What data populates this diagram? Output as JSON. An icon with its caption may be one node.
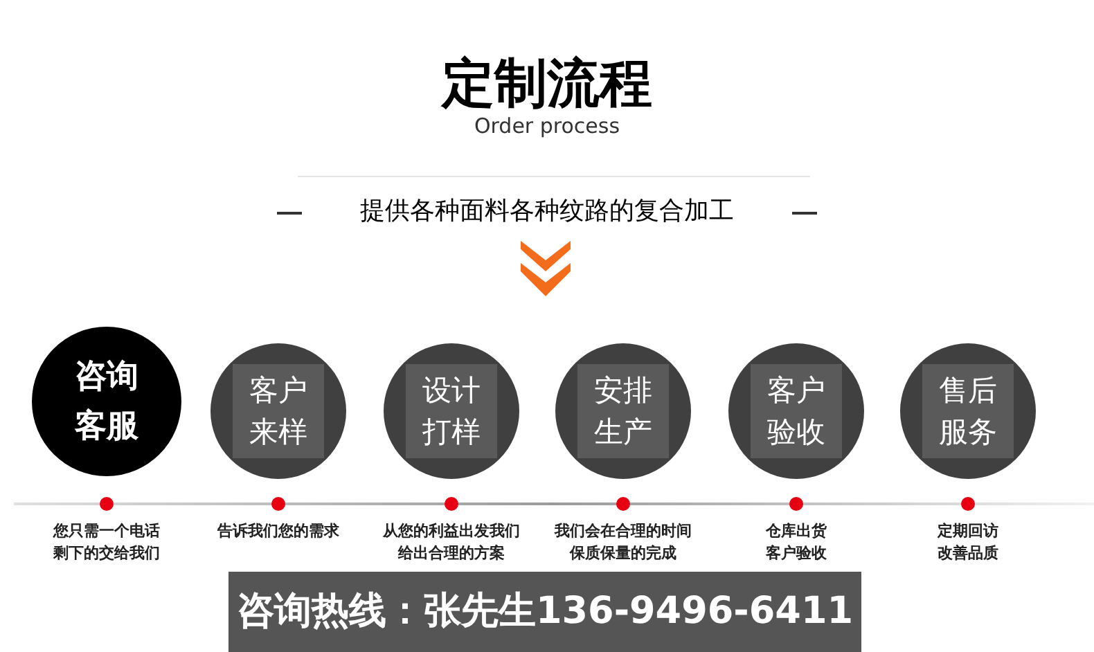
{
  "diagram": {
    "title": "定制流程",
    "nodes": [
      {
        "text": [
          "咨询客服"
        ],
        "beside": [
          "您只需一个电话剩下的交给我们"
        ]
      },
      {
        "text": [
          "客户来样"
        ],
        "beside": [
          "告诉我们您的需求"
        ]
      },
      {
        "text": [
          "设计打样"
        ],
        "beside": [
          "从您的利益出发我们给出合理的方案"
        ]
      },
      {
        "text": [
          "安排生产"
        ],
        "beside": [
          "我们会在合理的时间保质保量的完成"
        ]
      },
      {
        "text": [
          "客户验收"
        ],
        "beside": [
          "仓库出货客户验收"
        ]
      },
      {
        "text": [
          "售后服务"
        ],
        "beside": [
          "定期回访改善品质"
        ]
      }
    ],
    "labels": [
      "Order process",
      "提供各种面料各种纹路的复合加工",
      "咨询热线：张先生136-9496-6411"
    ]
  }
}
